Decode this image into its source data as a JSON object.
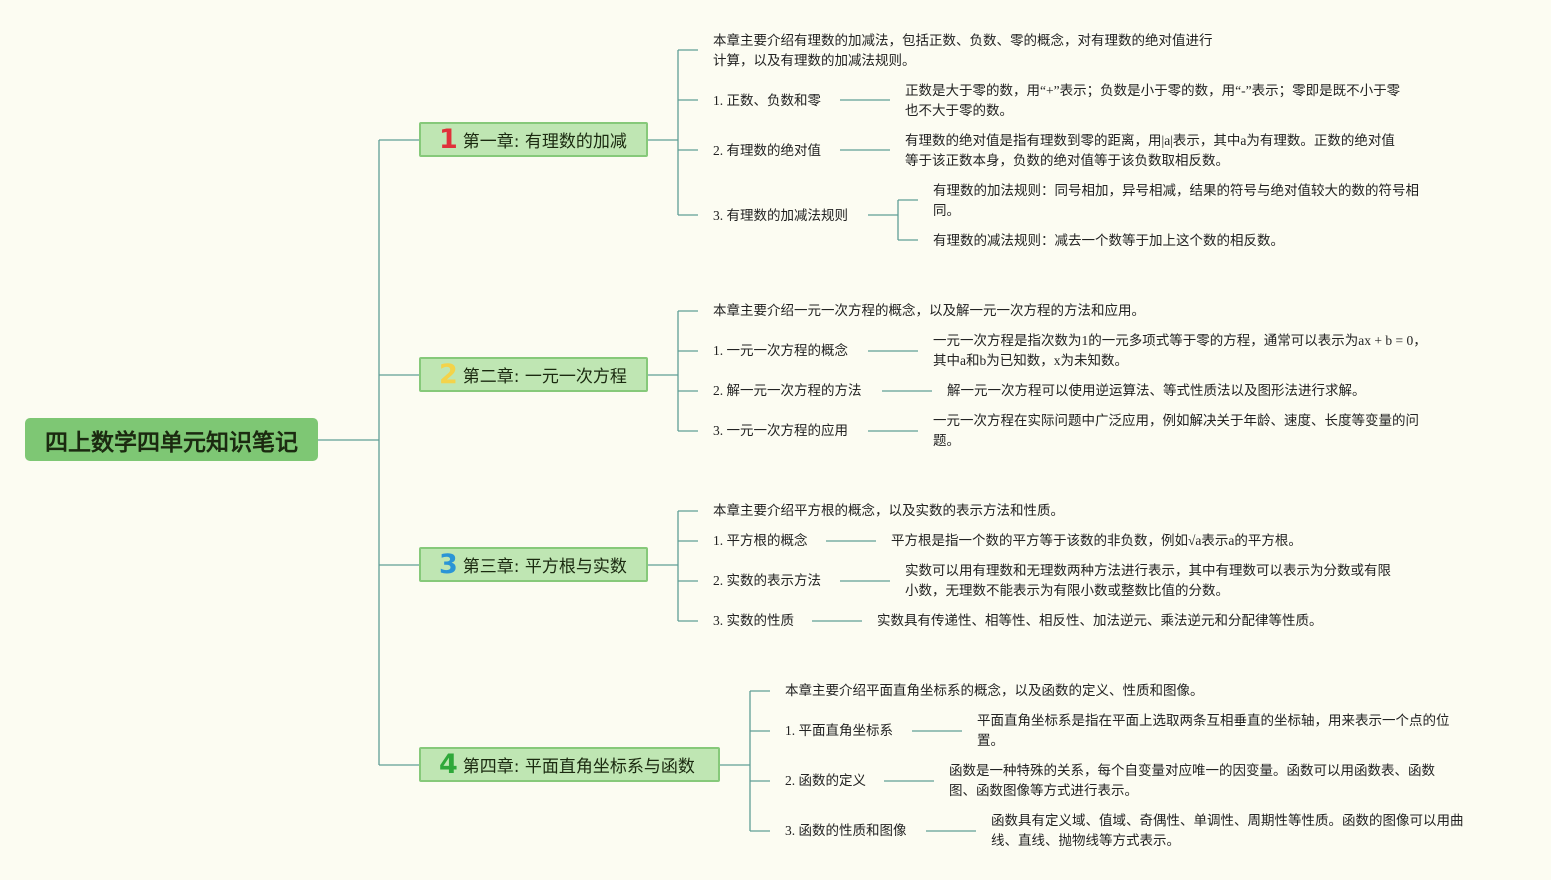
{
  "root": {
    "title": "四上数学四单元知识笔记"
  },
  "chapters": [
    {
      "number": "1",
      "number_color": "#e0313a",
      "title": "第一章: 有理数的加减",
      "intro": "本章主要介绍有理数的加减法，包括正数、负数、零的概念，对有理数的绝对值进行计算，以及有理数的加减法规则。",
      "topics": [
        {
          "label": "1. 正数、负数和零",
          "details": [
            "正数是大于零的数，用“+”表示；负数是小于零的数，用“-”表示；零即是既不小于零也不大于零的数。"
          ]
        },
        {
          "label": "2. 有理数的绝对值",
          "details": [
            "有理数的绝对值是指有理数到零的距离，用|a|表示，其中a为有理数。正数的绝对值等于该正数本身，负数的绝对值等于该负数取相反数。"
          ]
        },
        {
          "label": "3. 有理数的加减法规则",
          "details": [
            "有理数的加法规则：同号相加，异号相减，结果的符号与绝对值较大的数的符号相同。",
            "有理数的减法规则：减去一个数等于加上这个数的相反数。"
          ]
        }
      ]
    },
    {
      "number": "2",
      "number_color": "#f3d34a",
      "title": "第二章: 一元一次方程",
      "intro": "本章主要介绍一元一次方程的概念，以及解一元一次方程的方法和应用。",
      "topics": [
        {
          "label": "1. 一元一次方程的概念",
          "details": [
            "一元一次方程是指次数为1的一元多项式等于零的方程，通常可以表示为ax + b = 0，其中a和b为已知数，x为未知数。"
          ]
        },
        {
          "label": "2. 解一元一次方程的方法",
          "details": [
            "解一元一次方程可以使用逆运算法、等式性质法以及图形法进行求解。"
          ]
        },
        {
          "label": "3. 一元一次方程的应用",
          "details": [
            "一元一次方程在实际问题中广泛应用，例如解决关于年龄、速度、长度等变量的问题。"
          ]
        }
      ]
    },
    {
      "number": "3",
      "number_color": "#2a95d6",
      "title": "第三章: 平方根与实数",
      "intro": "本章主要介绍平方根的概念，以及实数的表示方法和性质。",
      "topics": [
        {
          "label": "1. 平方根的概念",
          "details": [
            "平方根是指一个数的平方等于该数的非负数，例如√a表示a的平方根。"
          ]
        },
        {
          "label": "2. 实数的表示方法",
          "details": [
            "实数可以用有理数和无理数两种方法进行表示，其中有理数可以表示为分数或有限小数，无理数不能表示为有限小数或整数比值的分数。"
          ]
        },
        {
          "label": "3. 实数的性质",
          "details": [
            "实数具有传递性、相等性、相反性、加法逆元、乘法逆元和分配律等性质。"
          ]
        }
      ]
    },
    {
      "number": "4",
      "number_color": "#2fa83a",
      "title": "第四章: 平面直角坐标系与函数",
      "intro": "本章主要介绍平面直角坐标系的概念，以及函数的定义、性质和图像。",
      "topics": [
        {
          "label": "1. 平面直角坐标系",
          "details": [
            "平面直角坐标系是指在平面上选取两条互相垂直的坐标轴，用来表示一个点的位置。"
          ]
        },
        {
          "label": "2. 函数的定义",
          "details": [
            "函数是一种特殊的关系，每个自变量对应唯一的因变量。函数可以用函数表、函数图、函数图像等方式进行表示。"
          ]
        },
        {
          "label": "3. 函数的性质和图像",
          "details": [
            "函数具有定义域、值域、奇偶性、单调性、周期性等性质。函数的图像可以用曲线、直线、抛物线等方式表示。"
          ]
        }
      ]
    }
  ]
}
